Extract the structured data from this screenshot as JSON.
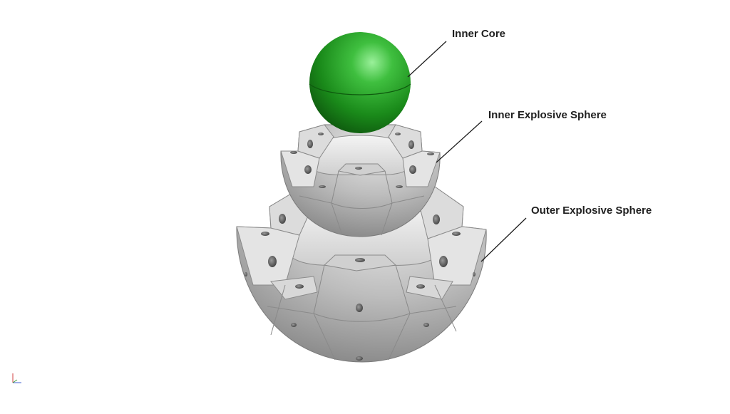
{
  "labels": {
    "inner_core": "Inner Core",
    "inner_explosive_sphere": "Inner Explosive Sphere",
    "outer_explosive_sphere": "Outer Explosive Sphere"
  },
  "colors": {
    "core_green": "#1f8a1f",
    "shell_gray": "#b8b8b8",
    "leader_line": "#1f1f1f",
    "background": "#ffffff"
  }
}
